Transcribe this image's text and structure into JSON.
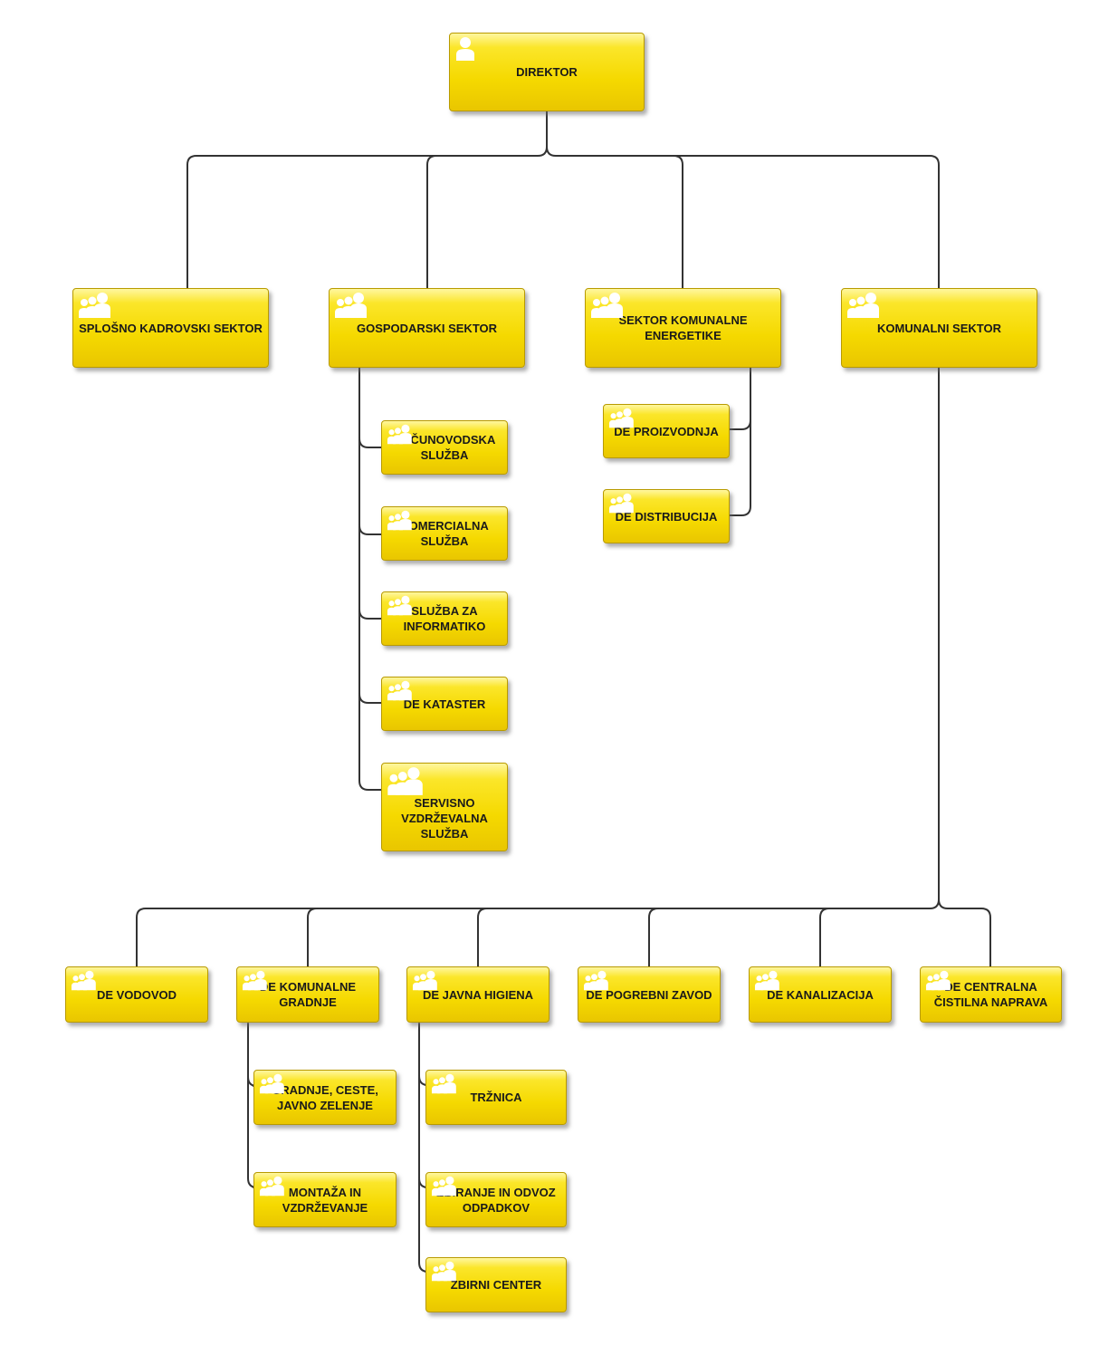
{
  "nodes": {
    "director": "DIREKTOR",
    "splosno": "SPLOŠNO KADROVSKI  SEKTOR",
    "gospodarski": "GOSPODARSKI  SEKTOR",
    "energetika": "SEKTOR KOMUNALNE\nENERGETIKE",
    "komunalni": "KOMUNALNI SEKTOR",
    "racunovodska": "RAČUNOVODSKA\nSLUŽBA",
    "komercialna": "KOMERCIALNA\nSLUŽBA",
    "informatika": "SLUŽBA ZA\nINFORMATIKO",
    "kataster": "DE KATASTER",
    "servisno": "SERVISNO\nVZDRŽEVALNA\nSLUŽBA",
    "proizvodnja": "DE PROIZVODNJA",
    "distribucija": "DE DISTRIBUCIJA",
    "vodovod": "DE VODOVOD",
    "komunalne_gradnje": "DE KOMUNALNE\nGRADNJE",
    "javna_higiena": "DE JAVNA HIGIENA",
    "pogrebni": "DE POGREBNI ZAVOD",
    "kanalizacija": "DE KANALIZACIJA",
    "cistilna": "DE CENTRALNA\nČISTILNA NAPRAVA",
    "gradnje_ceste": "GRADNJE, CESTE,\nJAVNO ZELENJE",
    "montaza": "MONTAŽA IN\nVZDRŽEVANJE",
    "trznica": "TRŽNICA",
    "zbiranje": "ZBIRANJE IN ODVOZ\nODPADKOV",
    "zbirni": "ZBIRNI CENTER"
  },
  "icons": {
    "single": "person-icon",
    "group": "group-icon"
  },
  "colors": {
    "box_fill": "#f5d900",
    "box_border": "#b89a00",
    "connector": "#333333"
  }
}
